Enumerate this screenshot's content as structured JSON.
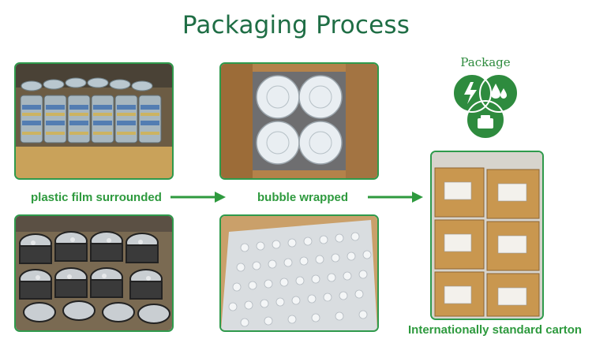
{
  "title": "Packaging Process",
  "steps": {
    "film": {
      "caption": "plastic film surrounded"
    },
    "bubble": {
      "caption": "bubble wrapped"
    },
    "carton": {
      "caption": "Internationally standard carton"
    }
  },
  "package": {
    "label": "Package"
  },
  "colors": {
    "title": "#1f6e45",
    "caption": "#2e9a3e",
    "border": "#2f9a4c",
    "icon": "#2e8b3e"
  }
}
